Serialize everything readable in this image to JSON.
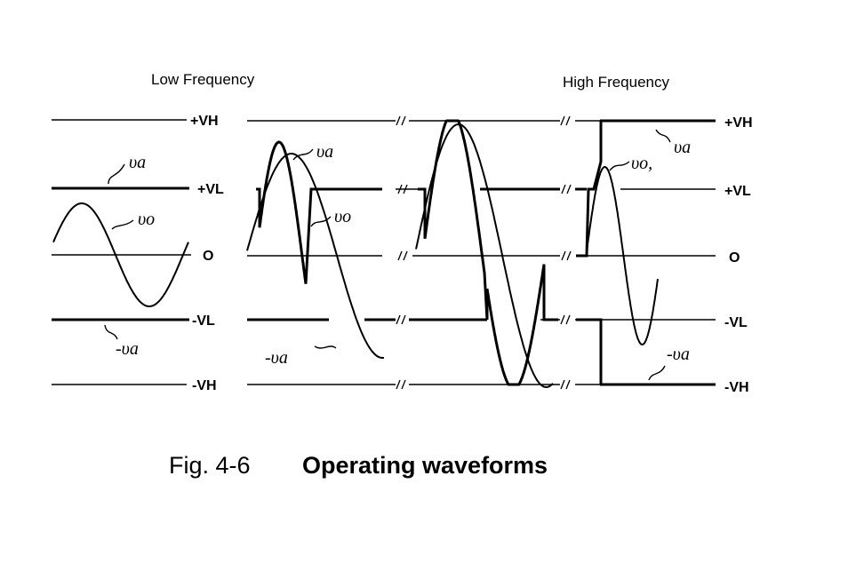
{
  "titles": {
    "low": "Low Frequency",
    "high": "High Frequency"
  },
  "levels": {
    "pvh": "+VH",
    "pvl": "+VL",
    "zero": "O",
    "nvl": "-VL",
    "nvh": "-VH"
  },
  "signals": {
    "va": "υa",
    "vo": "υo",
    "nva": "-υa",
    "vo_hf": "υo,"
  },
  "caption": {
    "number": "Fig. 4-6",
    "title": "Operating waveforms"
  }
}
